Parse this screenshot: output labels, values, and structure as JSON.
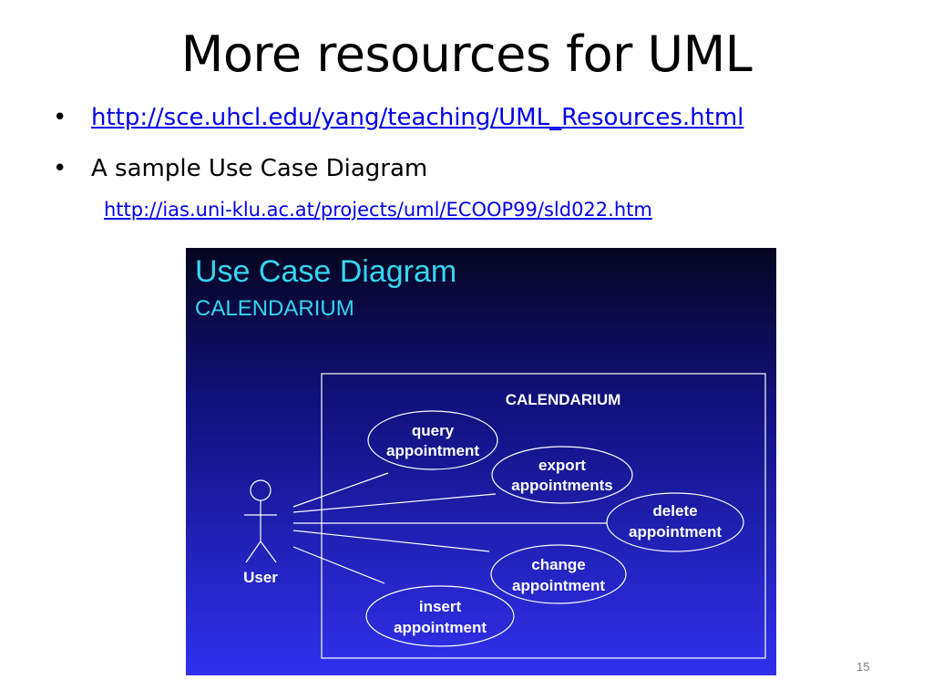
{
  "slide": {
    "title": "More resources for UML",
    "bullets": [
      {
        "link_text": "http://sce.uhcl.edu/yang/teaching/UML_Resources.html"
      },
      {
        "text": "A sample Use Case Diagram",
        "sublink_text": "http://ias.uni-klu.ac.at/projects/uml/ECOOP99/sld022.htm"
      }
    ],
    "page_number": "15"
  },
  "diagram": {
    "title": "Use Case Diagram",
    "subtitle": "CALENDARIUM",
    "system_name": "CALENDARIUM",
    "actor": "User",
    "use_cases": {
      "query": [
        "query",
        "appointment"
      ],
      "export": [
        "export",
        "appointments"
      ],
      "delete": [
        "delete",
        "appointment"
      ],
      "change": [
        "change",
        "appointment"
      ],
      "insert": [
        "insert",
        "appointment"
      ]
    },
    "colors": {
      "background_top": "#05051f",
      "background_bottom": "#3030ee",
      "title": "#33d6f0",
      "foreground": "#ffffff"
    }
  }
}
